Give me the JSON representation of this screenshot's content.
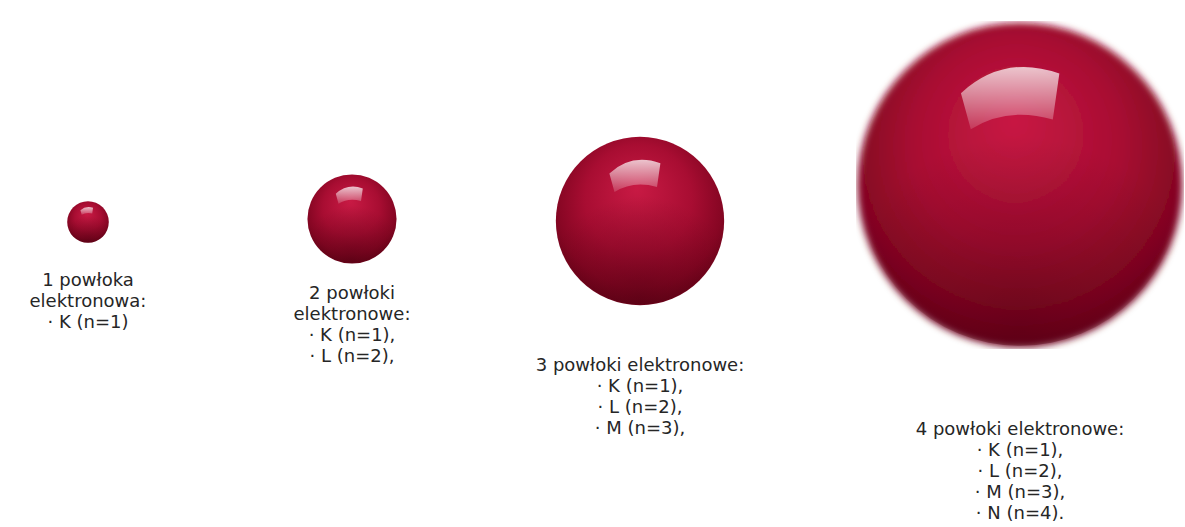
{
  "diagram": {
    "nodes": [
      {
        "text": [
          "1 powłoka elektronowa:",
          "· K (n=1)"
        ]
      },
      {
        "text": [
          "2 powłoki elektronowe:",
          "· K (n=1),",
          "· L (n=2),"
        ]
      },
      {
        "text": [
          "3 powłoki elektronowe:",
          "· K (n=1),",
          "· L (n=2),",
          "· M (n=3),"
        ]
      },
      {
        "text": [
          "4 powłoki elektronowe:",
          "· K (n=1),",
          "· L (n=2),",
          "· M (n=3),",
          "· N (n=4)."
        ]
      }
    ]
  }
}
